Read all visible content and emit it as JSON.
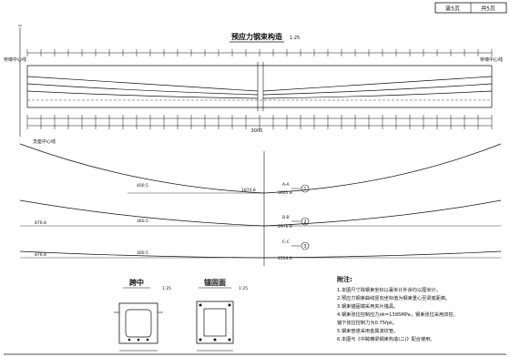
{
  "title_block": {
    "sheet_label": "第5页",
    "total_label": "共5页"
  },
  "drawing": {
    "title": "预应力钢束构造",
    "title_suffix": "1:25",
    "left_ref": "桥墩中心线",
    "right_ref": "桥墩中心线",
    "support_label": "支座中心线",
    "span_total": "3000",
    "center_mark": "1"
  },
  "tendon_profiles": [
    {
      "id": "1",
      "tag": "A-A",
      "value_left": "1874.8",
      "value_right": "3001.8",
      "value_mid": "400.5"
    },
    {
      "id": "2",
      "tag": "B-B",
      "value_left": "876.8",
      "value_right": "2976.9",
      "value_mid": "360.5"
    },
    {
      "id": "3",
      "tag": "C-C",
      "value_left": "876.8",
      "value_right": "2554.6",
      "value_mid": "300.5"
    }
  ],
  "sections": [
    {
      "title": "跨中",
      "scale": "1:25"
    },
    {
      "title": "锚固面",
      "scale": "1:25"
    }
  ],
  "notes": {
    "heading": "附注:",
    "items": [
      "1.本图尺寸除钢束坐标以毫米计外余均以厘米计。",
      "2.预应力钢束曲线竖向坐标值为钢束重心至梁底距离。",
      "3.钢束锚固端采用夹片锚具。",
      "4.钢束张拉控制应力σk=1395MPa，钢束张拉采用双控。",
      "  锚下张拉控制力为0.75fpk。",
      "5.钢束管道采用金属波纹管。",
      "6.本图与《中跨横梁钢束构造(二)》配合使用。"
    ]
  }
}
